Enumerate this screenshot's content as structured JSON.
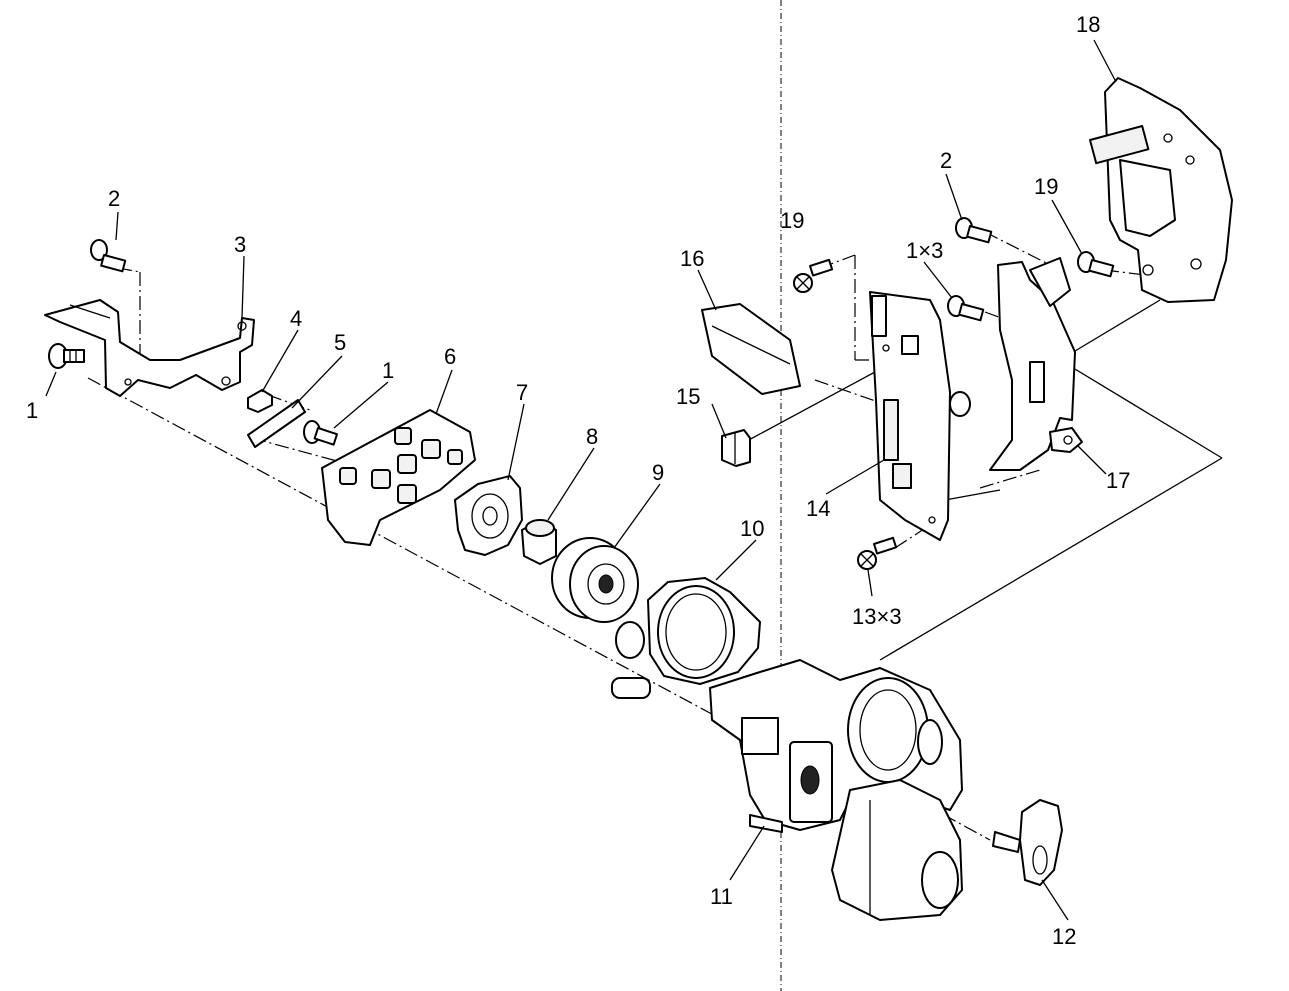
{
  "diagram": {
    "labels": {
      "l1a": "1",
      "l1b": "1",
      "l1x3": "1×3",
      "l2a": "2",
      "l2b": "2",
      "l3": "3",
      "l4": "4",
      "l5": "5",
      "l6": "6",
      "l7": "7",
      "l8": "8",
      "l9": "9",
      "l10": "10",
      "l11": "11",
      "l12": "12",
      "l13x3": "13×3",
      "l14": "14",
      "l15": "15",
      "l16": "16",
      "l17": "17",
      "l18": "18",
      "l19a": "19",
      "l19b": "19"
    }
  }
}
